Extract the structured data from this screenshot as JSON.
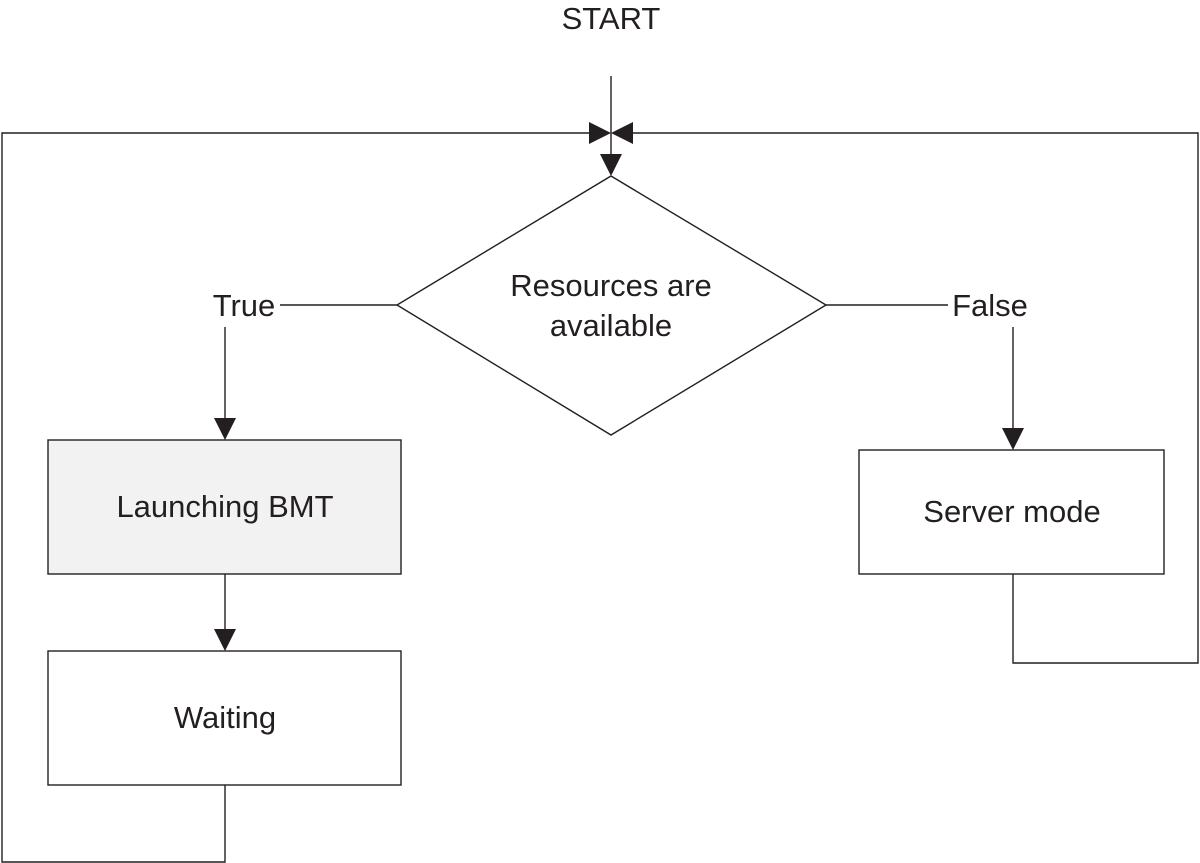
{
  "diagram": {
    "start_label": "START",
    "decision": {
      "line1": "Resources are",
      "line2": "available"
    },
    "true_label": "True",
    "false_label": "False",
    "launching_box": {
      "label": "Launching BMT",
      "fill": "#f2f2f3"
    },
    "waiting_box": {
      "label": "Waiting",
      "fill": "#ffffff"
    },
    "server_box": {
      "label": "Server mode",
      "fill": "#ffffff"
    },
    "colors": {
      "stroke": "#231f20",
      "background": "#ffffff"
    }
  }
}
